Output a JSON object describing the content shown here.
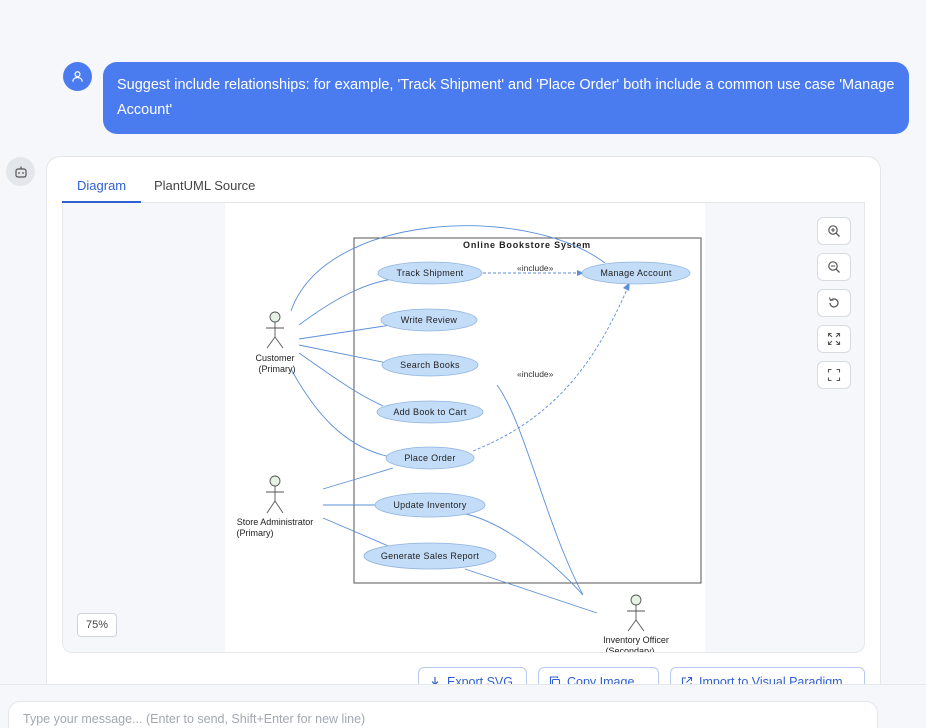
{
  "user_message": {
    "text": "Suggest include relationships: for example, 'Track Shipment' and 'Place Order' both include a common use case 'Manage Account'"
  },
  "tabs": [
    {
      "label": "Diagram",
      "active": true
    },
    {
      "label": "PlantUML Source",
      "active": false
    }
  ],
  "diagram": {
    "system_title": "Online Bookstore System",
    "use_cases": [
      "Track Shipment",
      "Manage Account",
      "Write Review",
      "Search Books",
      "Add Book to Cart",
      "Place Order",
      "Update Inventory",
      "Generate Sales Report"
    ],
    "actors": [
      {
        "name": "Customer",
        "role": "(Primary)"
      },
      {
        "name": "Store Administrator",
        "role": "(Primary)"
      },
      {
        "name": "Inventory Officer",
        "role": "(Secondary)"
      }
    ],
    "include_label": "«include»",
    "colors": {
      "use_case_fill": "#c3dcf7",
      "use_case_stroke": "#8fb4df",
      "line": "#5b8fd8",
      "actor_head": "#e4f3e4"
    }
  },
  "zoom_tools": [
    "zoom-in-icon",
    "zoom-out-icon",
    "reset-icon",
    "fit-icon",
    "fullscreen-icon"
  ],
  "zoom_level": "75%",
  "actions": {
    "export_svg": "Export SVG",
    "copy_image": "Copy Image",
    "import_vp": "Import to Visual Paradigm"
  },
  "composer": {
    "placeholder": "Type your message... (Enter to send, Shift+Enter for new line)"
  },
  "accent_color": "#4a7cf0"
}
